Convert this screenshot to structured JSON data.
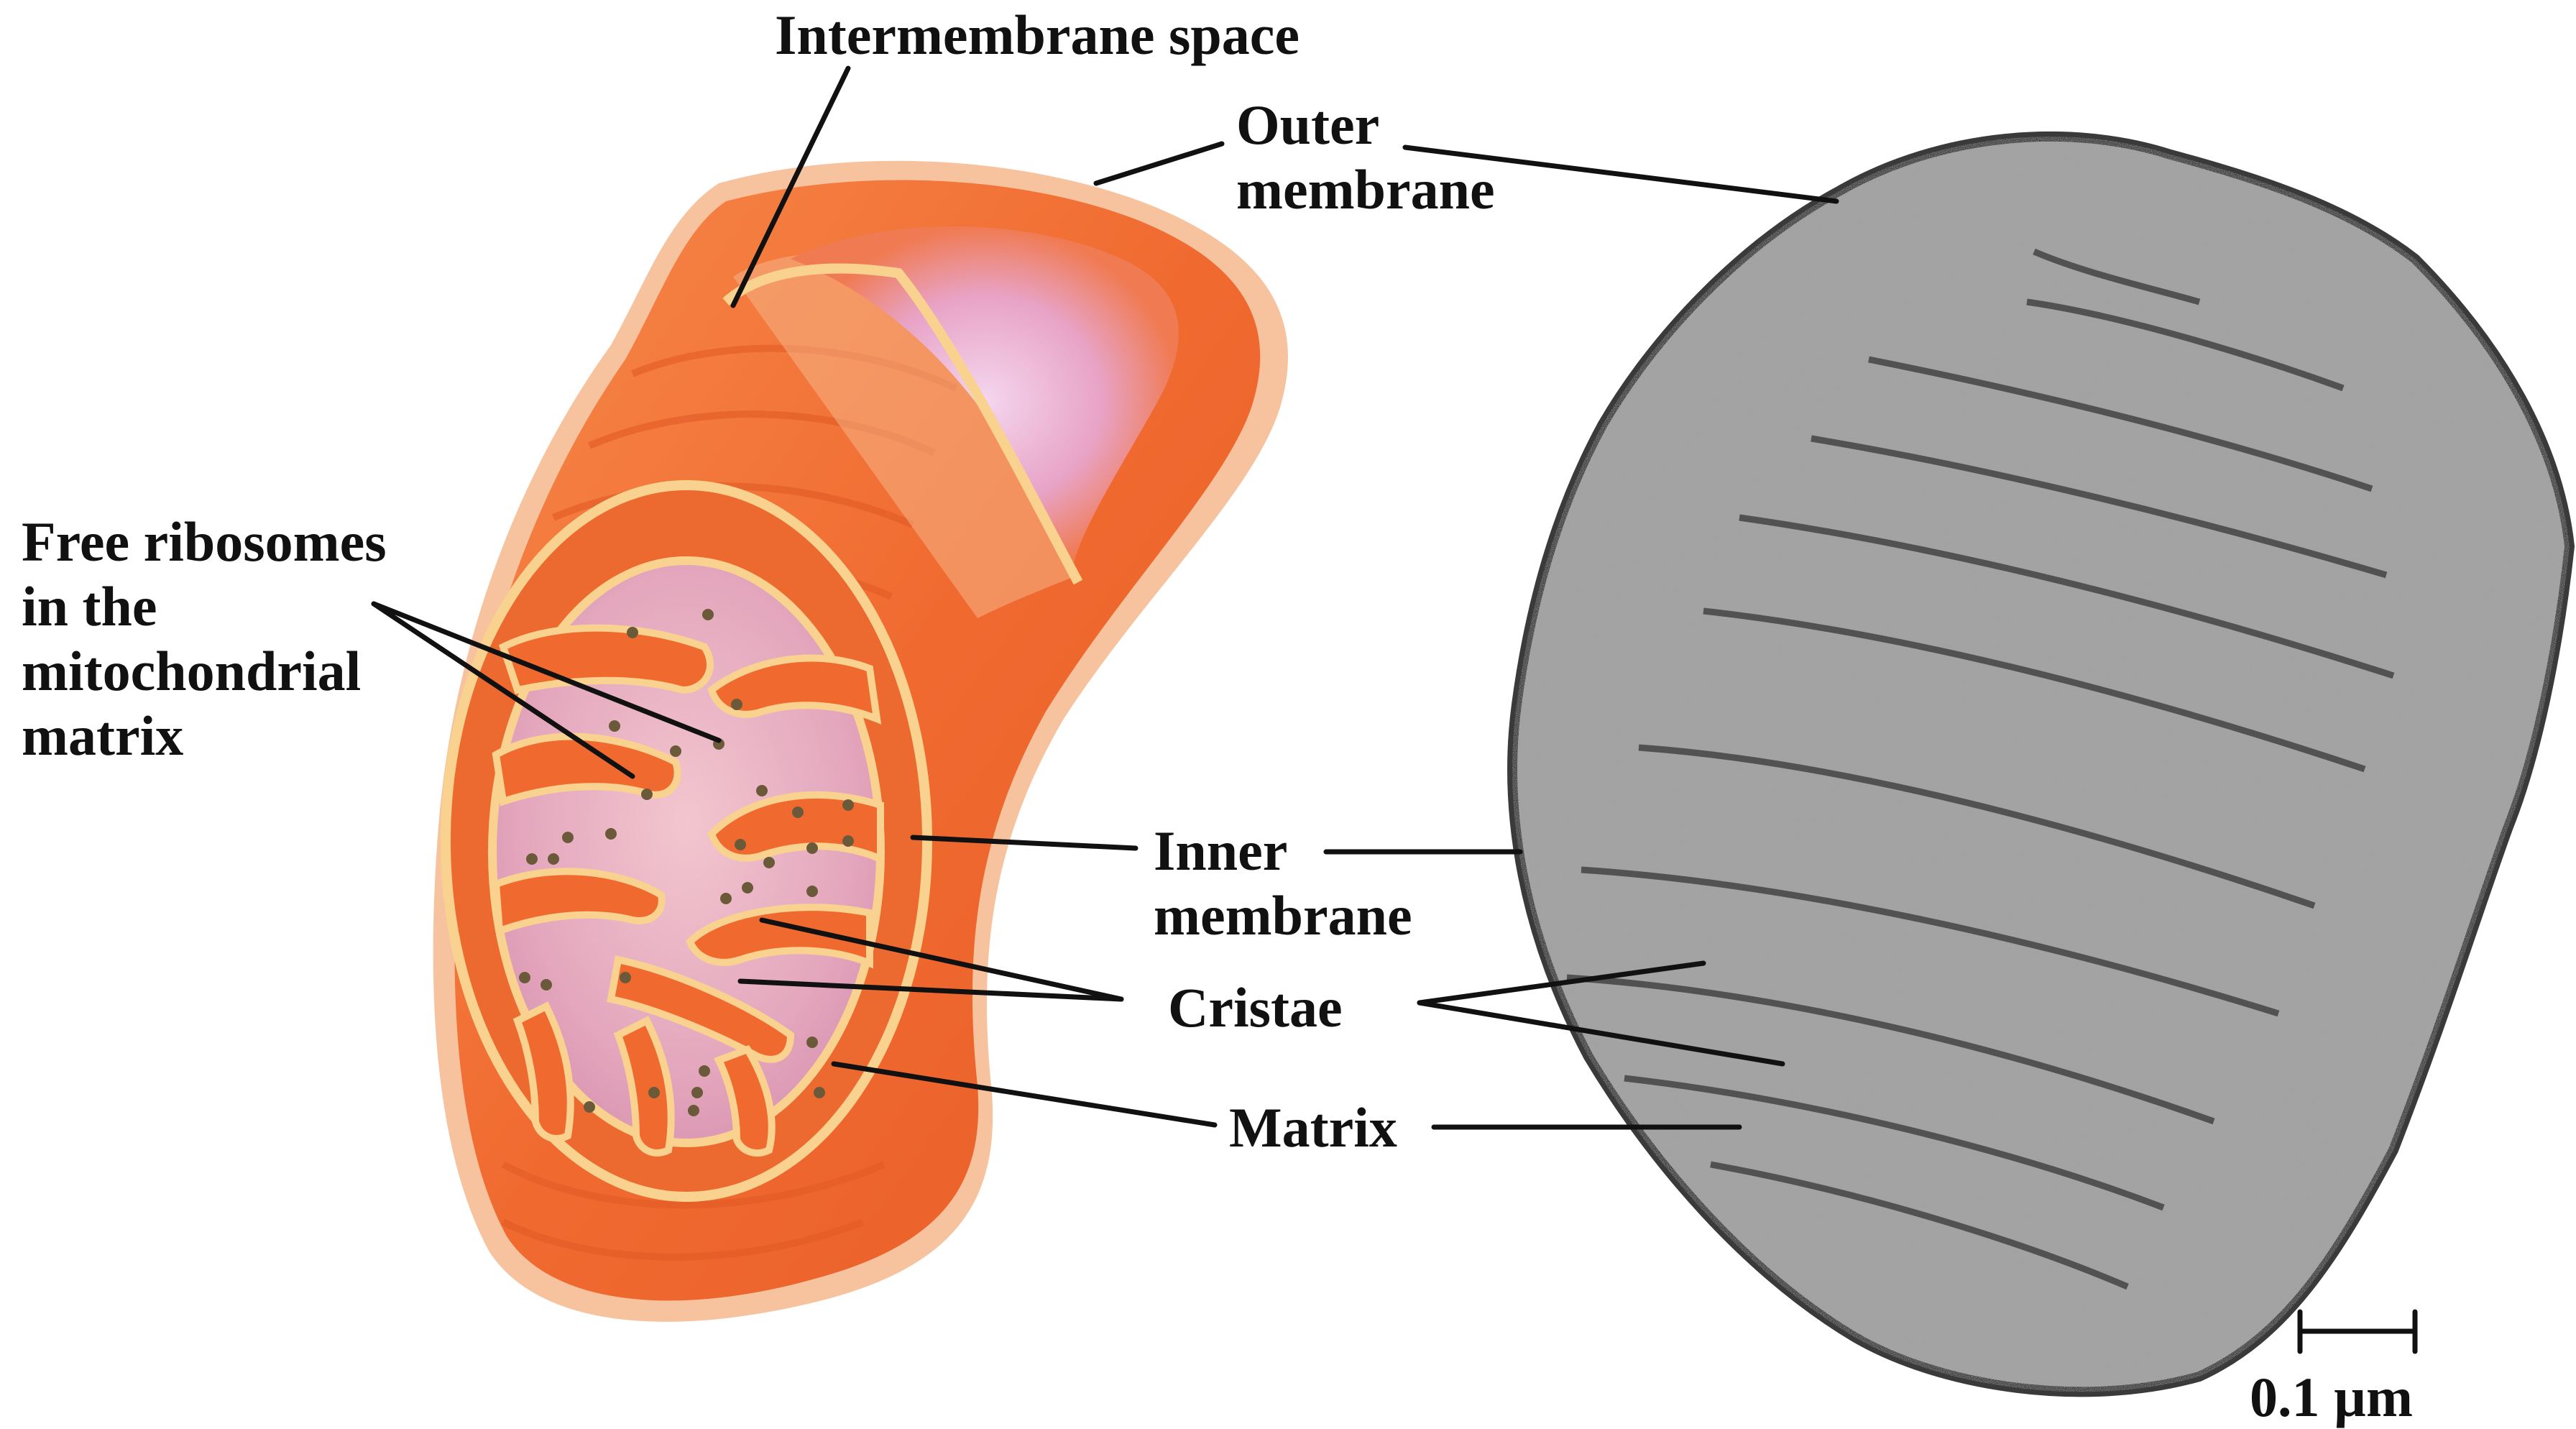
{
  "labels": {
    "intermembrane_space": "Intermembrane space",
    "outer_membrane_line1": "Outer",
    "outer_membrane_line2": "membrane",
    "free_ribosomes_line1": "Free ribosomes",
    "free_ribosomes_line2": "in the",
    "free_ribosomes_line3": "mitochondrial",
    "free_ribosomes_line4": "matrix",
    "inner_membrane_line1": "Inner",
    "inner_membrane_line2": "membrane",
    "cristae": "Cristae",
    "matrix": "Matrix",
    "scale_bar": "0.1 µm"
  },
  "colors": {
    "outer_orange": "#f47a3c",
    "inner_orange": "#f26a2e",
    "membrane_edge": "#f9c98a",
    "matrix_pink": "#e9b0c0",
    "ribosome": "#6b5a3a",
    "micrograph_gray": "#9a9a9a"
  }
}
